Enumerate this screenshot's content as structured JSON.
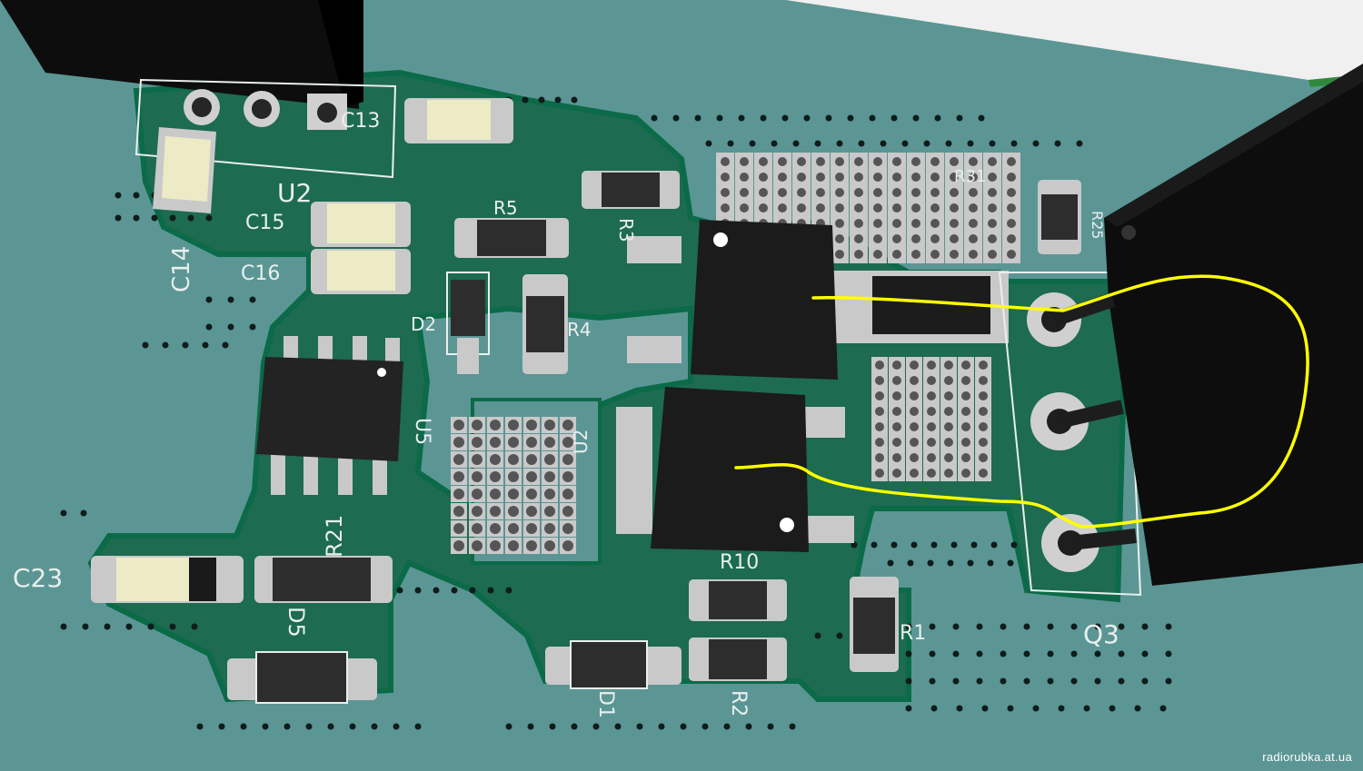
{
  "labels": {
    "c13": "C13",
    "u2_top": "U2",
    "c14": "C14",
    "c15": "C15",
    "c16": "C16",
    "r5": "R5",
    "r3": "R3",
    "r31": "R31",
    "r25": "R25",
    "d2": "D2",
    "r4": "R4",
    "u5": "U5",
    "u2_mid": "U2",
    "r21": "R21",
    "c23": "C23",
    "d5": "D5",
    "r10": "R10",
    "r1": "R1",
    "q3": "Q3",
    "d1": "D1",
    "r2": "R2"
  },
  "watermark": "radiorubka.at.ua",
  "colors": {
    "board": "#5b9694",
    "copper_outline": "#0b6a47",
    "pad": "#c9c9c9",
    "component_body": "#333333",
    "capacitor_body": "#ecebc5",
    "wire": "#ffff00"
  }
}
